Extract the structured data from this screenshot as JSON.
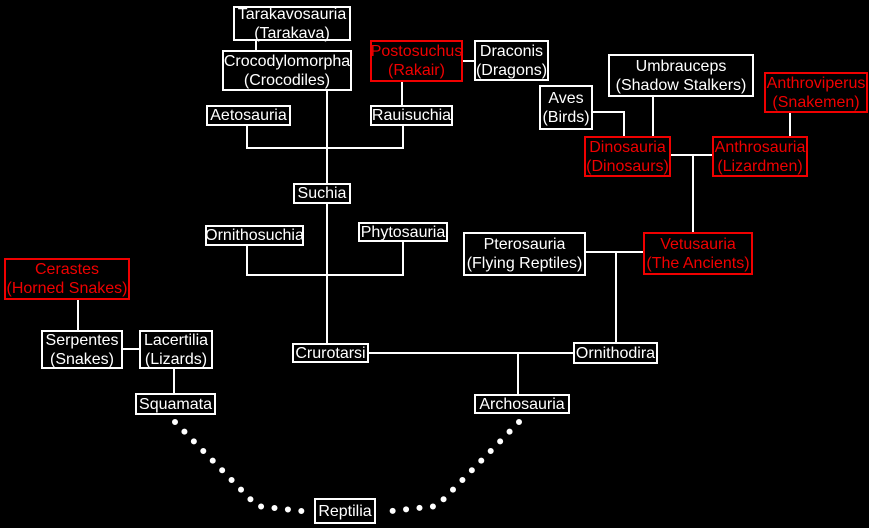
{
  "colors": {
    "background": "#000000",
    "normal_taxon": "#ffffff",
    "highlight_taxon": "#f00000",
    "connector": "#ffffff"
  },
  "nodes": [
    {
      "id": "tarakavosauria",
      "label": "Tarakavosauria",
      "sublabel": "(Tarakava)",
      "style": "white"
    },
    {
      "id": "crocodylomorpha",
      "label": "Crocodylomorpha",
      "sublabel": "(Crocodiles)",
      "style": "white"
    },
    {
      "id": "postosuchus",
      "label": "Postosuchus",
      "sublabel": "(Rakair)",
      "style": "red"
    },
    {
      "id": "draconis",
      "label": "Draconis",
      "sublabel": "(Dragons)",
      "style": "white"
    },
    {
      "id": "umbrauceps",
      "label": "Umbrauceps",
      "sublabel": "(Shadow Stalkers)",
      "style": "white"
    },
    {
      "id": "anthroviperus",
      "label": "Anthroviperus",
      "sublabel": "(Snakemen)",
      "style": "red"
    },
    {
      "id": "aves",
      "label": "Aves",
      "sublabel": "(Birds)",
      "style": "white"
    },
    {
      "id": "aetosauria",
      "label": "Aetosauria",
      "style": "white"
    },
    {
      "id": "rauisuchia",
      "label": "Rauisuchia",
      "style": "white"
    },
    {
      "id": "dinosauria",
      "label": "Dinosauria",
      "sublabel": "(Dinosaurs)",
      "style": "red"
    },
    {
      "id": "anthrosauria",
      "label": "Anthrosauria",
      "sublabel": "(Lizardmen)",
      "style": "red"
    },
    {
      "id": "suchia",
      "label": "Suchia",
      "style": "white"
    },
    {
      "id": "ornithosuchia",
      "label": "Ornithosuchia",
      "style": "white"
    },
    {
      "id": "phytosauria",
      "label": "Phytosauria",
      "style": "white"
    },
    {
      "id": "pterosauria",
      "label": "Pterosauria",
      "sublabel": "(Flying Reptiles)",
      "style": "white"
    },
    {
      "id": "vetusauria",
      "label": "Vetusauria",
      "sublabel": "(The Ancients)",
      "style": "red"
    },
    {
      "id": "cerastes",
      "label": "Cerastes",
      "sublabel": "(Horned Snakes)",
      "style": "red"
    },
    {
      "id": "serpentes",
      "label": "Serpentes",
      "sublabel": "(Snakes)",
      "style": "white"
    },
    {
      "id": "lacertilia",
      "label": "Lacertilia",
      "sublabel": "(Lizards)",
      "style": "white"
    },
    {
      "id": "squamata",
      "label": "Squamata",
      "style": "white"
    },
    {
      "id": "crurotarsi",
      "label": "Crurotarsi",
      "style": "white"
    },
    {
      "id": "ornithodira",
      "label": "Ornithodira",
      "style": "white"
    },
    {
      "id": "archosauria",
      "label": "Archosauria",
      "style": "white"
    },
    {
      "id": "reptilia",
      "label": "Reptilia",
      "style": "white"
    }
  ],
  "connections": [
    [
      "Tarakavosauria",
      "Crocodylomorpha"
    ],
    [
      "Crocodylomorpha",
      "Suchia"
    ],
    [
      "Aetosauria",
      "Suchia"
    ],
    [
      "Rauisuchia",
      "Suchia"
    ],
    [
      "Postosuchus",
      "Rauisuchia"
    ],
    [
      "Postosuchus",
      "Draconis"
    ],
    [
      "Suchia",
      "Crurotarsi"
    ],
    [
      "Ornithosuchia",
      "Crurotarsi"
    ],
    [
      "Phytosauria",
      "Crurotarsi"
    ],
    [
      "Aves",
      "Dinosauria"
    ],
    [
      "Umbrauceps",
      "Dinosauria"
    ],
    [
      "Anthroviperus",
      "Anthrosauria"
    ],
    [
      "Dinosauria",
      "Vetusauria"
    ],
    [
      "Anthrosauria",
      "Vetusauria"
    ],
    [
      "Pterosauria",
      "Ornithodira"
    ],
    [
      "Vetusauria",
      "Ornithodira"
    ],
    [
      "Crurotarsi",
      "Archosauria"
    ],
    [
      "Ornithodira",
      "Archosauria"
    ],
    [
      "Cerastes",
      "Serpentes"
    ],
    [
      "Serpentes",
      "Lacertilia"
    ],
    [
      "Lacertilia",
      "Squamata"
    ]
  ],
  "dotted_connections": [
    [
      "Squamata",
      "Reptilia"
    ],
    [
      "Archosauria",
      "Reptilia"
    ]
  ]
}
